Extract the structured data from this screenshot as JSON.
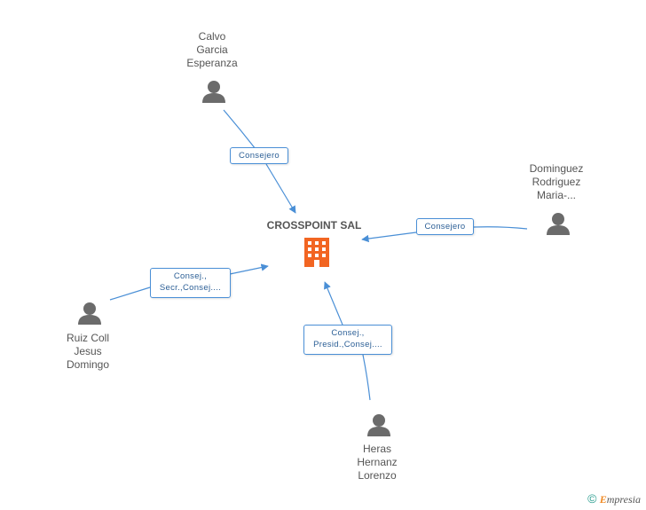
{
  "company": {
    "name": "CROSSPOINT SAL"
  },
  "people": [
    {
      "id": "calvo",
      "name": "Calvo\nGarcia\nEsperanza",
      "role": "Consejero"
    },
    {
      "id": "dominguez",
      "name": "Dominguez\nRodriguez\nMaria-...",
      "role": "Consejero"
    },
    {
      "id": "ruiz",
      "name": "Ruiz Coll\nJesus\nDomingo",
      "role": "Consej.,\nSecr.,Consej...."
    },
    {
      "id": "heras",
      "name": "Heras\nHernanz\nLorenzo",
      "role": "Consej.,\nPresid.,Consej...."
    }
  ],
  "footer": {
    "copyright": "©",
    "brand_first": "E",
    "brand_rest": "mpresia"
  },
  "colors": {
    "edge": "#4a8fd6",
    "person_icon": "#6b6b6b",
    "company_icon": "#f26522"
  }
}
